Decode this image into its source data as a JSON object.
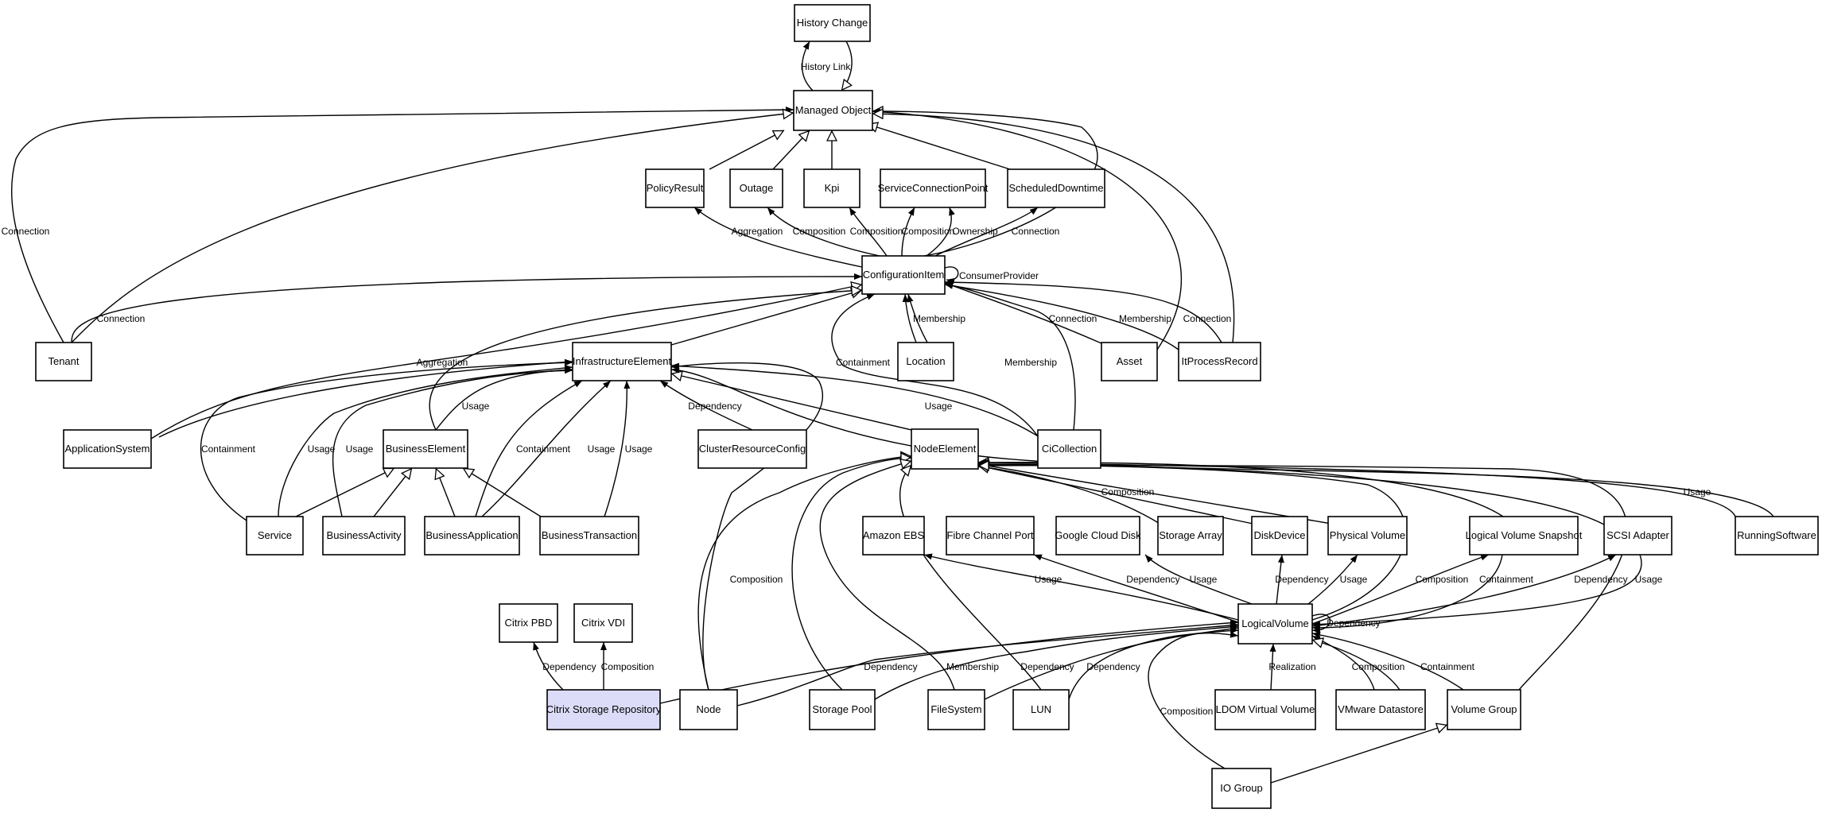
{
  "colors": {
    "stroke": "#000000",
    "node_fill": "#ffffff",
    "highlight_fill": "#dcdcf8",
    "background": "#ffffff"
  },
  "nodes": [
    {
      "id": "history_change",
      "label": "History Change"
    },
    {
      "id": "managed_object",
      "label": "Managed Object"
    },
    {
      "id": "policy_result",
      "label": "PolicyResult"
    },
    {
      "id": "outage",
      "label": "Outage"
    },
    {
      "id": "kpi",
      "label": "Kpi"
    },
    {
      "id": "service_connection_point",
      "label": "ServiceConnectionPoint"
    },
    {
      "id": "scheduled_downtime",
      "label": "ScheduledDowntime"
    },
    {
      "id": "configuration_item",
      "label": "ConfigurationItem"
    },
    {
      "id": "tenant",
      "label": "Tenant"
    },
    {
      "id": "infrastructure_element",
      "label": "InfrastructureElement"
    },
    {
      "id": "location",
      "label": "Location"
    },
    {
      "id": "asset",
      "label": "Asset"
    },
    {
      "id": "it_process_record",
      "label": "ItProcessRecord"
    },
    {
      "id": "application_system",
      "label": "ApplicationSystem"
    },
    {
      "id": "business_element",
      "label": "BusinessElement"
    },
    {
      "id": "cluster_resource_config",
      "label": "ClusterResourceConfig"
    },
    {
      "id": "node_element",
      "label": "NodeElement"
    },
    {
      "id": "ci_collection",
      "label": "CiCollection"
    },
    {
      "id": "service",
      "label": "Service"
    },
    {
      "id": "business_activity",
      "label": "BusinessActivity"
    },
    {
      "id": "business_application",
      "label": "BusinessApplication"
    },
    {
      "id": "business_transaction",
      "label": "BusinessTransaction"
    },
    {
      "id": "amazon_ebs",
      "label": "Amazon EBS"
    },
    {
      "id": "fibre_channel_port",
      "label": "Fibre Channel Port"
    },
    {
      "id": "google_cloud_disk",
      "label": "Google Cloud Disk"
    },
    {
      "id": "storage_array",
      "label": "Storage Array"
    },
    {
      "id": "disk_device",
      "label": "DiskDevice"
    },
    {
      "id": "physical_volume",
      "label": "Physical Volume"
    },
    {
      "id": "logical_volume_snapshot",
      "label": "Logical Volume Snapshot"
    },
    {
      "id": "scsi_adapter",
      "label": "SCSI Adapter"
    },
    {
      "id": "running_software",
      "label": "RunningSoftware"
    },
    {
      "id": "citrix_pbd",
      "label": "Citrix PBD"
    },
    {
      "id": "citrix_vdi",
      "label": "Citrix VDI"
    },
    {
      "id": "logical_volume",
      "label": "LogicalVolume"
    },
    {
      "id": "citrix_storage_repository",
      "label": "Citrix Storage Repository",
      "highlighted": true
    },
    {
      "id": "node",
      "label": "Node"
    },
    {
      "id": "storage_pool",
      "label": "Storage Pool"
    },
    {
      "id": "file_system",
      "label": "FileSystem"
    },
    {
      "id": "lun",
      "label": "LUN"
    },
    {
      "id": "ldom_virtual_volume",
      "label": "LDOM Virtual Volume"
    },
    {
      "id": "vmware_datastore",
      "label": "VMware Datastore"
    },
    {
      "id": "volume_group",
      "label": "Volume Group"
    },
    {
      "id": "io_group",
      "label": "IO Group"
    }
  ],
  "edges": [
    {
      "from": "managed_object",
      "to": "history_change",
      "label": "History Link",
      "head": "filled"
    },
    {
      "from": "history_change",
      "to": "managed_object",
      "label": "",
      "head": "hollow"
    },
    {
      "from": "policy_result",
      "to": "managed_object",
      "label": "",
      "head": "hollow"
    },
    {
      "from": "outage",
      "to": "managed_object",
      "label": "",
      "head": "hollow"
    },
    {
      "from": "kpi",
      "to": "managed_object",
      "label": "",
      "head": "hollow"
    },
    {
      "from": "scheduled_downtime",
      "to": "managed_object",
      "label": "",
      "head": "hollow"
    },
    {
      "from": "configuration_item",
      "to": "managed_object",
      "label": "",
      "head": "hollow"
    },
    {
      "from": "tenant",
      "to": "managed_object",
      "label": "Connection",
      "head": "filled"
    },
    {
      "from": "tenant",
      "to": "managed_object",
      "label": "",
      "head": "hollow"
    },
    {
      "from": "asset",
      "to": "managed_object",
      "label": "",
      "head": "filled"
    },
    {
      "from": "it_process_record",
      "to": "managed_object",
      "label": "",
      "head": "hollow"
    },
    {
      "from": "configuration_item",
      "to": "policy_result",
      "label": "Aggregation",
      "head": "filled"
    },
    {
      "from": "configuration_item",
      "to": "outage",
      "label": "Composition",
      "head": "filled"
    },
    {
      "from": "configuration_item",
      "to": "kpi",
      "label": "Composition",
      "head": "filled"
    },
    {
      "from": "configuration_item",
      "to": "service_connection_point",
      "label": "Composition",
      "head": "filled"
    },
    {
      "from": "configuration_item",
      "to": "service_connection_point",
      "label": "Ownership",
      "head": "filled"
    },
    {
      "from": "configuration_item",
      "to": "scheduled_downtime",
      "label": "Connection",
      "head": "filled"
    },
    {
      "from": "configuration_item",
      "to": "configuration_item",
      "label": "ConsumerProvider",
      "head": "filled"
    },
    {
      "from": "tenant",
      "to": "configuration_item",
      "label": "Connection",
      "head": "filled"
    },
    {
      "from": "infrastructure_element",
      "to": "configuration_item",
      "label": "",
      "head": "hollow"
    },
    {
      "from": "location",
      "to": "configuration_item",
      "label": "Membership",
      "head": "filled"
    },
    {
      "from": "location",
      "to": "configuration_item",
      "label": "",
      "head": "filled"
    },
    {
      "from": "asset",
      "to": "configuration_item",
      "label": "Connection",
      "head": "filled"
    },
    {
      "from": "it_process_record",
      "to": "configuration_item",
      "label": "Membership",
      "head": "filled"
    },
    {
      "from": "it_process_record",
      "to": "configuration_item",
      "label": "Connection",
      "head": "filled"
    },
    {
      "from": "ci_collection",
      "to": "configuration_item",
      "label": "Containment",
      "head": "filled"
    },
    {
      "from": "ci_collection",
      "to": "configuration_item",
      "label": "Membership",
      "head": "filled"
    },
    {
      "from": "application_system",
      "to": "configuration_item",
      "label": "",
      "head": "hollow"
    },
    {
      "from": "business_element",
      "to": "configuration_item",
      "label": "",
      "head": "hollow"
    },
    {
      "from": "application_system",
      "to": "infrastructure_element",
      "label": "Aggregation",
      "head": "filled"
    },
    {
      "from": "business_element",
      "to": "infrastructure_element",
      "label": "Usage",
      "head": "filled"
    },
    {
      "from": "cluster_resource_config",
      "to": "infrastructure_element",
      "label": "Dependency",
      "head": "filled"
    },
    {
      "from": "node_element",
      "to": "infrastructure_element",
      "label": "",
      "head": "hollow"
    },
    {
      "from": "ci_collection",
      "to": "infrastructure_element",
      "label": "Usage",
      "head": "filled"
    },
    {
      "from": "service",
      "to": "infrastructure_element",
      "label": "Containment",
      "head": "filled"
    },
    {
      "from": "service",
      "to": "infrastructure_element",
      "label": "Usage",
      "head": "filled"
    },
    {
      "from": "business_activity",
      "to": "infrastructure_element",
      "label": "Usage",
      "head": "filled"
    },
    {
      "from": "business_application",
      "to": "infrastructure_element",
      "label": "Containment",
      "head": "filled"
    },
    {
      "from": "business_application",
      "to": "infrastructure_element",
      "label": "Usage",
      "head": "filled"
    },
    {
      "from": "business_transaction",
      "to": "infrastructure_element",
      "label": "Usage",
      "head": "filled"
    },
    {
      "from": "node",
      "to": "infrastructure_element",
      "label": "Composition",
      "head": "filled"
    },
    {
      "from": "running_software",
      "to": "infrastructure_element",
      "label": "",
      "head": "filled"
    },
    {
      "from": "service",
      "to": "business_element",
      "label": "",
      "head": "hollow"
    },
    {
      "from": "business_activity",
      "to": "business_element",
      "label": "",
      "head": "hollow"
    },
    {
      "from": "business_application",
      "to": "business_element",
      "label": "",
      "head": "hollow"
    },
    {
      "from": "business_transaction",
      "to": "business_element",
      "label": "",
      "head": "hollow"
    },
    {
      "from": "storage_array",
      "to": "node_element",
      "label": "Composition",
      "head": "filled"
    },
    {
      "from": "disk_device",
      "to": "node_element",
      "label": "",
      "head": "hollow"
    },
    {
      "from": "physical_volume",
      "to": "node_element",
      "label": "",
      "head": "hollow"
    },
    {
      "from": "logical_volume_snapshot",
      "to": "node_element",
      "label": "",
      "head": "hollow"
    },
    {
      "from": "scsi_adapter",
      "to": "node_element",
      "label": "",
      "head": "hollow"
    },
    {
      "from": "running_software",
      "to": "node_element",
      "label": "Usage",
      "head": "filled"
    },
    {
      "from": "logical_volume",
      "to": "node_element",
      "label": "",
      "head": "hollow"
    },
    {
      "from": "volume_group",
      "to": "node_element",
      "label": "",
      "head": "hollow"
    },
    {
      "from": "node",
      "to": "node_element",
      "label": "",
      "head": "hollow"
    },
    {
      "from": "storage_pool",
      "to": "node_element",
      "label": "",
      "head": "hollow"
    },
    {
      "from": "file_system",
      "to": "node_element",
      "label": "",
      "head": "hollow"
    },
    {
      "from": "lun",
      "to": "node_element",
      "label": "",
      "head": "hollow"
    },
    {
      "from": "logical_volume",
      "to": "amazon_ebs",
      "label": "Usage",
      "head": "filled"
    },
    {
      "from": "logical_volume",
      "to": "fibre_channel_port",
      "label": "Dependency",
      "head": "filled"
    },
    {
      "from": "logical_volume",
      "to": "google_cloud_disk",
      "label": "Usage",
      "head": "filled"
    },
    {
      "from": "logical_volume",
      "to": "disk_device",
      "label": "Dependency",
      "head": "filled"
    },
    {
      "from": "logical_volume",
      "to": "physical_volume",
      "label": "Usage",
      "head": "filled"
    },
    {
      "from": "logical_volume",
      "to": "logical_volume_snapshot",
      "label": "Composition",
      "head": "filled"
    },
    {
      "from": "logical_volume_snapshot",
      "to": "logical_volume",
      "label": "Containment",
      "head": "filled"
    },
    {
      "from": "logical_volume",
      "to": "scsi_adapter",
      "label": "Dependency",
      "head": "filled"
    },
    {
      "from": "scsi_adapter",
      "to": "logical_volume",
      "label": "Usage",
      "head": "filled"
    },
    {
      "from": "logical_volume",
      "to": "logical_volume",
      "label": "Dependency",
      "head": "filled"
    },
    {
      "from": "citrix_storage_repository",
      "to": "citrix_pbd",
      "label": "Dependency",
      "head": "filled"
    },
    {
      "from": "citrix_storage_repository",
      "to": "citrix_vdi",
      "label": "Composition",
      "head": "filled"
    },
    {
      "from": "citrix_storage_repository",
      "to": "logical_volume",
      "label": "",
      "head": "filled"
    },
    {
      "from": "node",
      "to": "logical_volume",
      "label": "Dependency",
      "head": "filled"
    },
    {
      "from": "storage_pool",
      "to": "logical_volume",
      "label": "Membership",
      "head": "filled"
    },
    {
      "from": "file_system",
      "to": "logical_volume",
      "label": "Dependency",
      "head": "filled"
    },
    {
      "from": "lun",
      "to": "logical_volume",
      "label": "Dependency",
      "head": "filled"
    },
    {
      "from": "ldom_virtual_volume",
      "to": "logical_volume",
      "label": "Realization",
      "head": "filled"
    },
    {
      "from": "vmware_datastore",
      "to": "logical_volume",
      "label": "Composition",
      "head": "filled"
    },
    {
      "from": "vmware_datastore",
      "to": "logical_volume",
      "label": "",
      "head": "hollow"
    },
    {
      "from": "volume_group",
      "to": "logical_volume",
      "label": "Containment",
      "head": "filled"
    },
    {
      "from": "io_group",
      "to": "logical_volume",
      "label": "Composition",
      "head": "filled"
    },
    {
      "from": "io_group",
      "to": "volume_group",
      "label": "",
      "head": "hollow"
    }
  ]
}
